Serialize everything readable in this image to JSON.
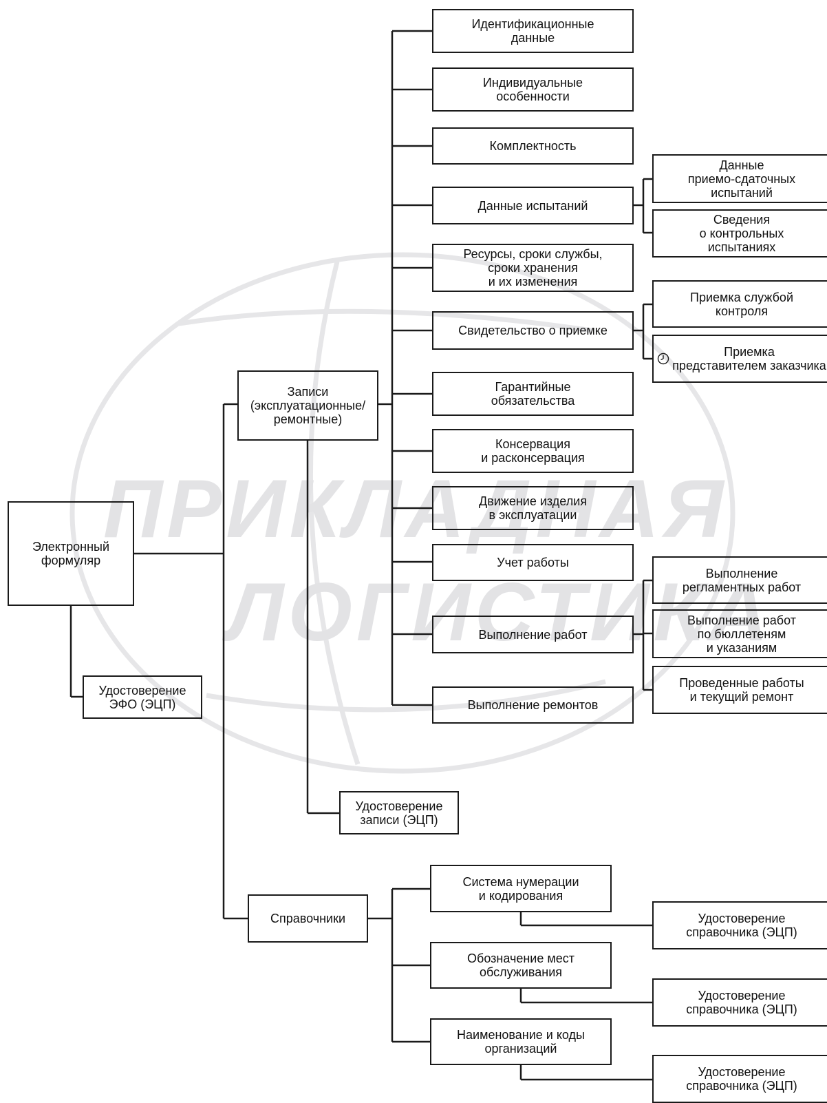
{
  "watermark": {
    "line1": "ПРИКЛАДНАЯ",
    "line2": "ЛОГИСТИКА"
  },
  "nodes": {
    "root": "Электронный\nформуляр",
    "root_sig": "Удостоверение\nЭФО (ЭЦП)",
    "records": "Записи\n(эксплуатационные/\nремонтные)",
    "records_sig": "Удостоверение\nзаписи (ЭЦП)",
    "refs": "Справочники",
    "r1": "Идентификационные\nданные",
    "r2": "Индивидуальные\nособенности",
    "r3": "Комплектность",
    "r4": "Данные испытаний",
    "r4a": "Данные\nприемо-сдаточных\nиспытаний",
    "r4b": "Сведения\nо контрольных\nиспытаниях",
    "r5": "Ресурсы, сроки службы,\nсроки хранения\nи их изменения",
    "r6": "Свидетельство о приемке",
    "r6a": "Приемка  службой\nконтроля",
    "r6b": "Приемка\nпредставителем заказчика",
    "r7": "Гарантийные\nобязательства",
    "r8": "Консервация\nи расконсервация",
    "r9": "Движение изделия\nв эксплуатации",
    "r10": "Учет работы",
    "r11": "Выполнение работ",
    "r11a": "Выполнение\nрегламентных работ",
    "r11b": "Выполнение работ\nпо бюллетеням\nи указаниям",
    "r11c": "Проведенные работы\nи текущий ремонт",
    "r12": "Выполнение ремонтов",
    "s1": "Система нумерации\nи кодирования",
    "s1_sig": "Удостоверение\nсправочника (ЭЦП)",
    "s2": "Обозначение мест\nобслуживания",
    "s2_sig": "Удостоверение\nсправочника (ЭЦП)",
    "s3": "Наименование и коды\nорганизаций",
    "s3_sig": "Удостоверение\nсправочника (ЭЦП)"
  },
  "icons": {
    "r6b": "clock-icon"
  },
  "colors": {
    "line": "#1a1a1a",
    "watermark": "#e3e3e5"
  }
}
